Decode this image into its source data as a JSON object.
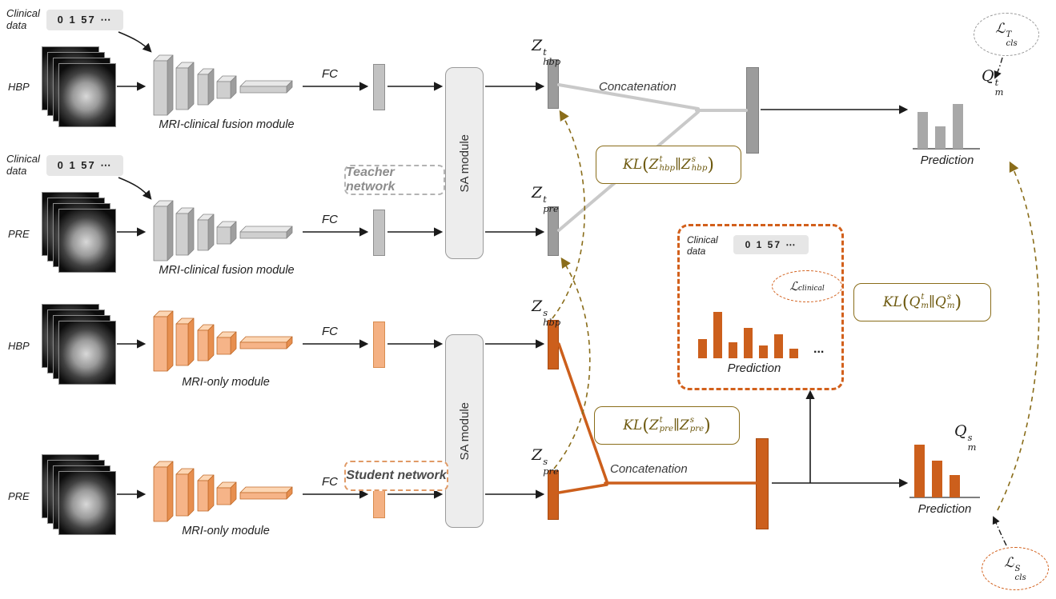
{
  "diagram": {
    "left": {
      "clinical_data": "Clinical data",
      "chip": "0 1 57 ⋯",
      "hbp": "HBP",
      "pre": "PRE"
    },
    "modules": {
      "fusion_caption": "MRI-clinical fusion module",
      "mri_only_caption": "MRI-only module",
      "fc": "FC",
      "sa": "SA module",
      "teacher_tag": "Teacher network",
      "student_tag": "Student network"
    },
    "flow": {
      "concatenation": "Concatenation",
      "prediction": "Prediction",
      "dots": "..."
    }
  },
  "math": {
    "z_t_hbp": [
      [
        "n",
        "Z"
      ],
      [
        "ss",
        "t",
        "hbp"
      ]
    ],
    "z_t_pre": [
      [
        "n",
        "Z"
      ],
      [
        "ss",
        "t",
        "pre"
      ]
    ],
    "z_s_hbp": [
      [
        "n",
        "Z"
      ],
      [
        "ss",
        "s",
        "hbp"
      ]
    ],
    "z_s_pre": [
      [
        "n",
        "Z"
      ],
      [
        "ss",
        "s",
        "pre"
      ]
    ],
    "q_t_m": [
      [
        "n",
        "Q"
      ],
      [
        "ss",
        "t",
        "m"
      ]
    ],
    "q_s_m": [
      [
        "n",
        "Q"
      ],
      [
        "ss",
        "s",
        "m"
      ]
    ],
    "l_t_cls": [
      [
        "n",
        "ℒ"
      ],
      [
        "ss",
        "T",
        "cls"
      ]
    ],
    "l_s_cls": [
      [
        "n",
        "ℒ"
      ],
      [
        "ss",
        "S",
        "cls"
      ]
    ],
    "l_clinical": [
      [
        "n",
        "ℒ"
      ],
      [
        "sub",
        "clinical"
      ]
    ],
    "kl_z_hbp": [
      [
        "n",
        "KL "
      ],
      [
        "big",
        "("
      ],
      [
        "n",
        "Z"
      ],
      [
        "ss",
        "t",
        "hbp"
      ],
      [
        "n",
        "∥"
      ],
      [
        "n",
        "Z"
      ],
      [
        "ss",
        "s",
        "hbp"
      ],
      [
        "big",
        ")"
      ]
    ],
    "kl_z_pre": [
      [
        "n",
        "KL "
      ],
      [
        "big",
        "("
      ],
      [
        "n",
        "Z"
      ],
      [
        "ss",
        "t",
        "pre"
      ],
      [
        "n",
        "∥"
      ],
      [
        "n",
        "Z"
      ],
      [
        "ss",
        "s",
        "pre"
      ],
      [
        "big",
        ")"
      ]
    ],
    "kl_q": [
      [
        "n",
        "KL "
      ],
      [
        "big",
        "("
      ],
      [
        "n",
        "Q"
      ],
      [
        "ss",
        "t",
        "m"
      ],
      [
        "n",
        "∥"
      ],
      [
        "n",
        "Q"
      ],
      [
        "ss",
        "s",
        "m"
      ],
      [
        "big",
        ")"
      ]
    ]
  },
  "charts": {
    "teacher_prediction": {
      "color": "#a8a8a8",
      "values": [
        46,
        28,
        56
      ]
    },
    "clinical_prediction": {
      "color": "#cc5f1c",
      "values": [
        24,
        58,
        20,
        38,
        16,
        30,
        12
      ]
    },
    "student_prediction": {
      "color": "#cc5f1c",
      "values": [
        66,
        46,
        28
      ]
    }
  },
  "colors": {
    "teacher_gray": "#a8a8a8",
    "student_orange": "#cc5f1c",
    "kl_olive": "#8a6d1a",
    "concat_line_gray": "#c9c9c9"
  }
}
